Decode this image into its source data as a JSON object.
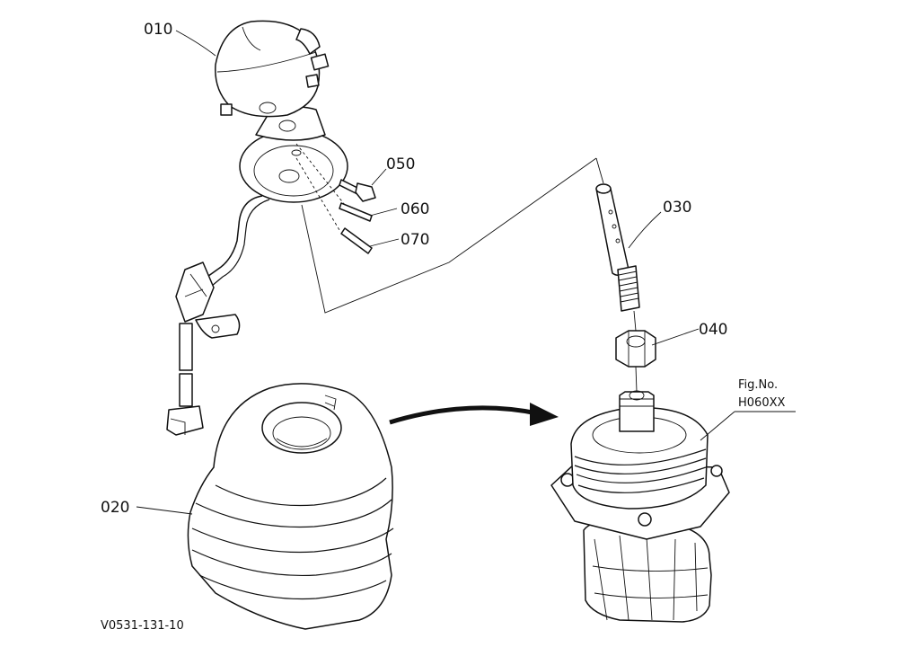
{
  "callouts": {
    "c010": "010",
    "c020": "020",
    "c030": "030",
    "c040": "040",
    "c050": "050",
    "c060": "060",
    "c070": "070"
  },
  "figure_ref": {
    "line1": "Fig.No.",
    "line2": "H060XX"
  },
  "drawing_number": "V0531-131-10"
}
